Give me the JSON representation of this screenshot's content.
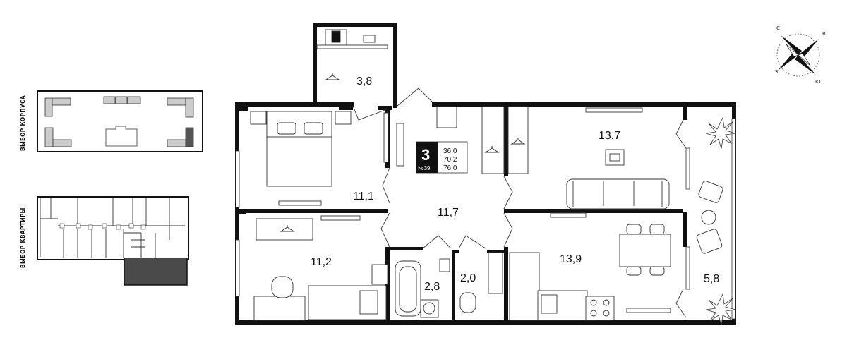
{
  "side_labels": {
    "building_select": "ВЫБОР КОРПУСА",
    "apartment_select": "ВЫБОР КВАРТИРЫ"
  },
  "compass": {
    "n": "С",
    "e": "В",
    "s": "Ю",
    "w": "З"
  },
  "apartment": {
    "rooms_count": "3",
    "number": "№39",
    "living_area": "36,0",
    "total_area": "70,2",
    "total_with_balcony": "76,0"
  },
  "rooms": {
    "bedroom": "11,1",
    "wardrobe": "3,8",
    "hall": "11,7",
    "living": "13,7",
    "kitchen": "13,9",
    "child": "11,2",
    "bath": "2,8",
    "wc": "2,0",
    "balcony": "5,8"
  },
  "colors": {
    "wall": "#111111",
    "selected": "#4a4a4a",
    "accent": "#ffffff"
  }
}
